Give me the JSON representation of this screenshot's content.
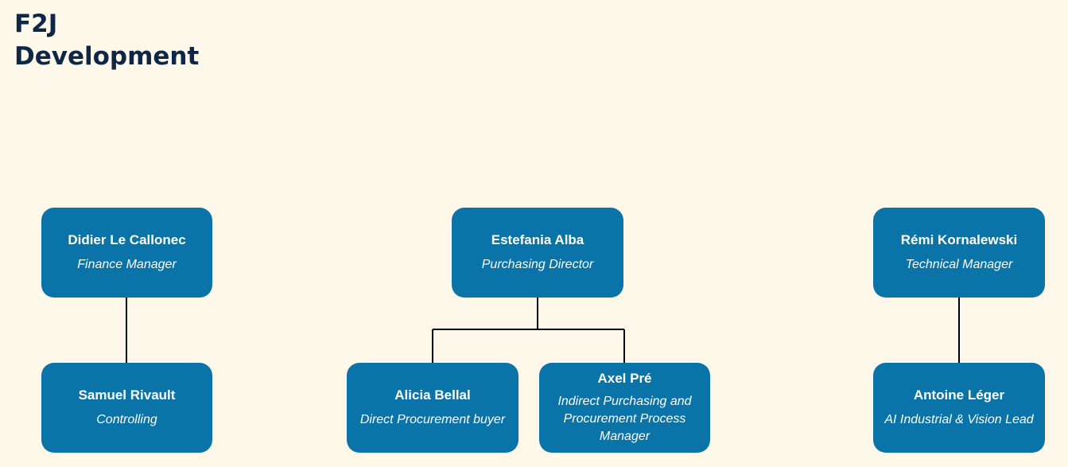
{
  "title": {
    "line1": "F2J",
    "line2": "Development"
  },
  "colors": {
    "background": "#fdf8ea",
    "node_fill": "#0a73a8",
    "node_text": "#ffffff",
    "title_text": "#0f2747",
    "connector": "#000000"
  },
  "nodes": {
    "didier": {
      "name": "Didier Le Callonec",
      "role": "Finance Manager"
    },
    "estefania": {
      "name": "Estefania Alba",
      "role": "Purchasing Director"
    },
    "remi": {
      "name": "Rémi Kornalewski",
      "role": "Technical Manager"
    },
    "samuel": {
      "name": "Samuel Rivault",
      "role": "Controlling"
    },
    "alicia": {
      "name": "Alicia Bellal",
      "role": "Direct Procurement buyer"
    },
    "axel": {
      "name": "Axel Pré",
      "role": "Indirect Purchasing and Procurement Process Manager"
    },
    "antoine": {
      "name": "Antoine Léger",
      "role": "AI Industrial & Vision Lead"
    }
  },
  "reporting_lines": [
    {
      "from": "didier",
      "to": "samuel"
    },
    {
      "from": "estefania",
      "to": "alicia"
    },
    {
      "from": "estefania",
      "to": "axel"
    },
    {
      "from": "remi",
      "to": "antoine"
    }
  ]
}
